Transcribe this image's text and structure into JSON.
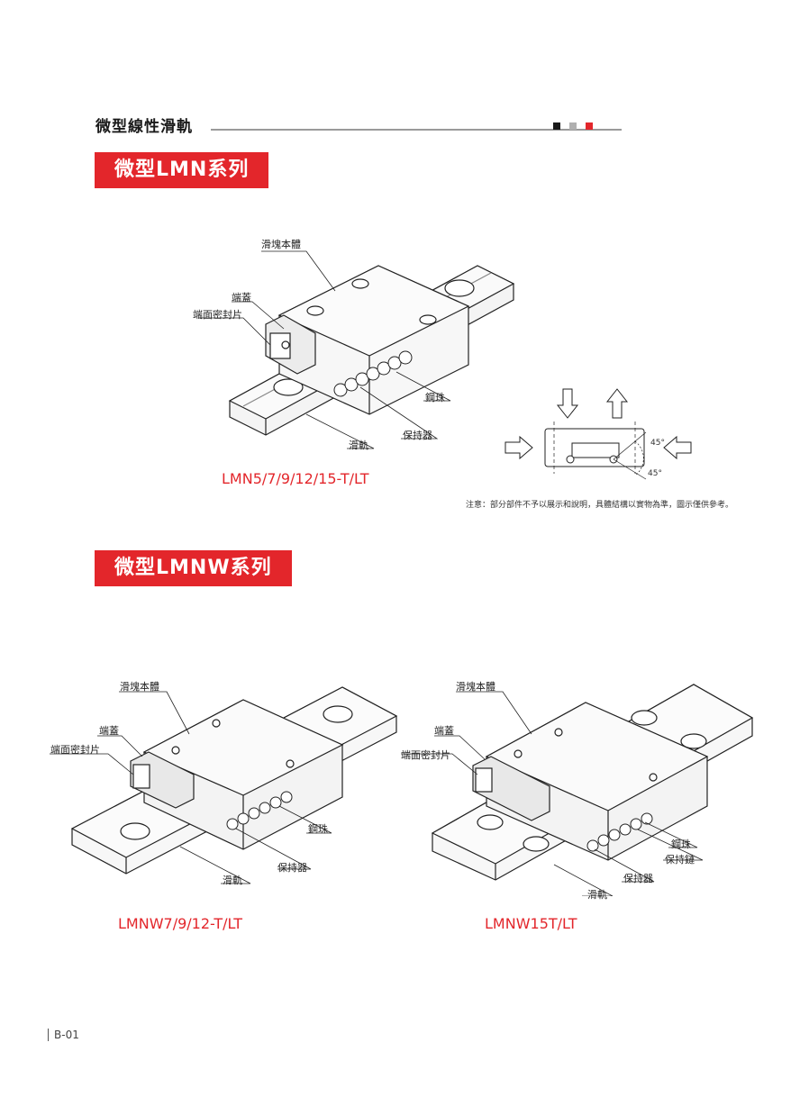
{
  "header": {
    "title": "微型線性滑軌"
  },
  "colors": {
    "accent": "#e3262b",
    "dark": "#1a1a1a",
    "grey": "#b0b0b0"
  },
  "section1": {
    "banner": "微型LMN系列",
    "labels": {
      "block": "滑塊本體",
      "endcap": "端蓋",
      "seal": "端面密封片",
      "ball": "鋼珠",
      "retainer": "保持器",
      "rail": "滑軌"
    },
    "model": "LMN5/7/9/12/15-T/LT",
    "load_diagram": {
      "angle_top": "45°",
      "angle_bottom": "45°"
    },
    "note": "注意：部分部件不予以展示和說明，具體結構以實物為準，圖示僅供參考。"
  },
  "section2": {
    "banner": "微型LMNW系列",
    "left": {
      "labels": {
        "block": "滑塊本體",
        "endcap": "端蓋",
        "seal": "端面密封片",
        "ball": "鋼珠",
        "retainer": "保持器",
        "rail": "滑軌"
      },
      "model": "LMNW7/9/12-T/LT"
    },
    "right": {
      "labels": {
        "block": "滑塊本體",
        "endcap": "端蓋",
        "seal": "端面密封片",
        "ball": "鋼珠",
        "chain": "保持鏈",
        "retainer": "保持器",
        "rail": "滑軌"
      },
      "model": "LMNW15T/LT"
    }
  },
  "footer": {
    "page": "B-01"
  }
}
